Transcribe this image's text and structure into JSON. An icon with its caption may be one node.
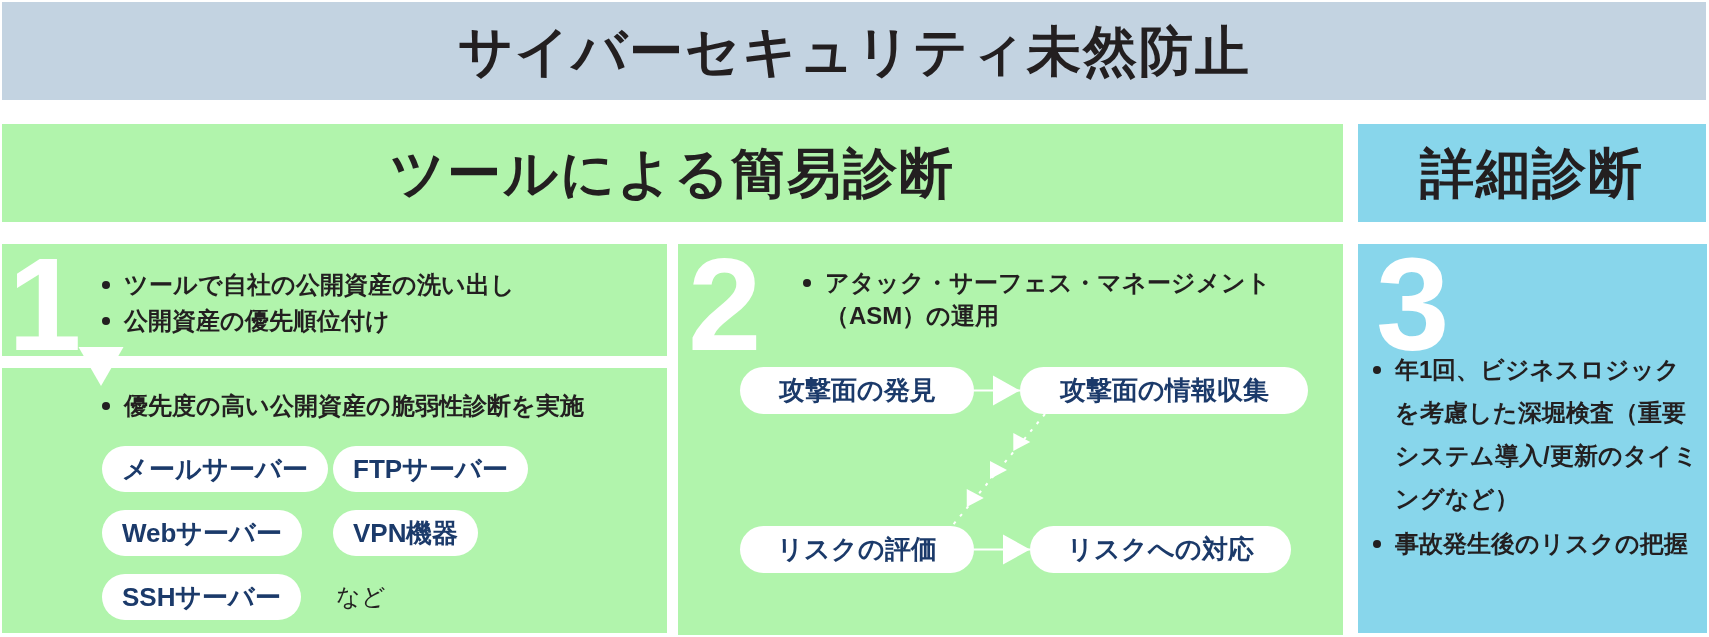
{
  "diagram": {
    "title": "サイバーセキュリティ未然防止",
    "nodes": [
      {
        "text": [
          "ツールによる簡易診断"
        ]
      },
      {
        "text": [
          "詳細診断"
        ]
      },
      {
        "text": [
          "1",
          "ツールで自社の公開資産の洗い出し",
          "公開資産の優先順位付け"
        ]
      },
      {
        "text": [
          "優先度の高い公開資産の脆弱性診断を実施",
          "など"
        ]
      },
      {
        "text": [
          "メールサーバー"
        ],
        "in": 3
      },
      {
        "text": [
          "FTPサーバー"
        ],
        "in": 3
      },
      {
        "text": [
          "Webサーバー"
        ],
        "in": 3
      },
      {
        "text": [
          "VPN機器"
        ],
        "in": 3
      },
      {
        "text": [
          "SSHサーバー"
        ],
        "in": 3
      },
      {
        "text": [
          "2",
          "アタック・サーフェス・マネージメント（ASM）の運用"
        ]
      },
      {
        "text": [
          "攻撃面の発見"
        ],
        "in": 9
      },
      {
        "text": [
          "攻撃面の情報収集"
        ],
        "in": 9
      },
      {
        "text": [
          "リスクの評価"
        ],
        "in": 9
      },
      {
        "text": [
          "リスクへの対応"
        ],
        "in": 9
      },
      {
        "text": [
          "3",
          "年1回、ビジネスロジックを考慮した深堀検査（重要システム導入/更新のタイミングなど）",
          "事故発生後のリスクの把握"
        ]
      }
    ],
    "edges": [
      {
        "from": 2,
        "to": 3,
        "arrow": "to"
      },
      {
        "from": 10,
        "to": 11,
        "arrow": "to"
      },
      {
        "from": 11,
        "to": 12,
        "arrow": "to",
        "style": "dashed"
      },
      {
        "from": 12,
        "to": 13,
        "arrow": "to"
      }
    ]
  }
}
